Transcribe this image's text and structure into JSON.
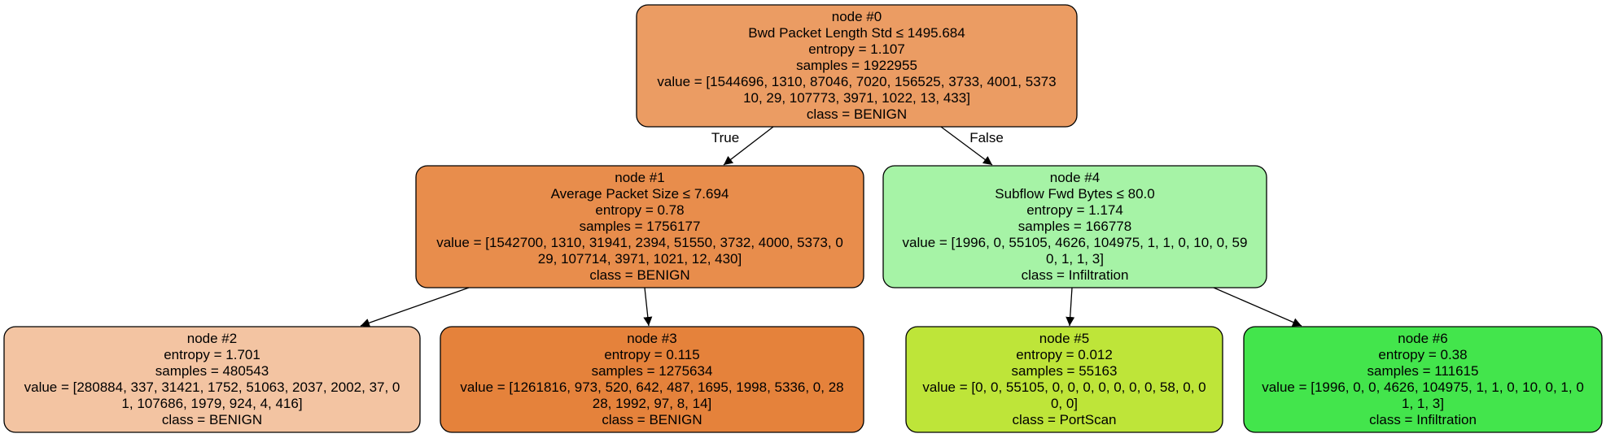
{
  "nodes": [
    {
      "id": 0,
      "color": "#eb9c63",
      "lines": [
        "node #0",
        "Bwd Packet Length Std ≤ 1495.684",
        "entropy = 1.107",
        "samples = 1922955",
        "value = [1544696, 1310, 87046, 7020, 156525, 3733, 4001, 5373",
        "10, 29, 107773, 3971, 1022, 13, 433]",
        "class = BENIGN"
      ]
    },
    {
      "id": 1,
      "color": "#e88d4c",
      "lines": [
        "node #1",
        "Average Packet Size ≤ 7.694",
        "entropy = 0.78",
        "samples = 1756177",
        "value = [1542700, 1310, 31941, 2394, 51550, 3732, 4000, 5373, 0",
        "29, 107714, 3971, 1021, 12, 430]",
        "class = BENIGN"
      ]
    },
    {
      "id": 2,
      "color": "#f3c4a2",
      "lines": [
        "node #2",
        "entropy = 1.701",
        "samples = 480543",
        "value = [280884, 337, 31421, 1752, 51063, 2037, 2002, 37, 0",
        "1, 107686, 1979, 924, 4, 416]",
        "class = BENIGN"
      ]
    },
    {
      "id": 3,
      "color": "#e5823b",
      "lines": [
        "node #3",
        "entropy = 0.115",
        "samples = 1275634",
        "value = [1261816, 973, 520, 642, 487, 1695, 1998, 5336, 0, 28",
        "28, 1992, 97, 8, 14]",
        "class = BENIGN"
      ]
    },
    {
      "id": 4,
      "color": "#a6f3a6",
      "lines": [
        "node #4",
        "Subflow Fwd Bytes ≤ 80.0",
        "entropy = 1.174",
        "samples = 166778",
        "value = [1996, 0, 55105, 4626, 104975, 1, 1, 0, 10, 0, 59",
        "0, 1, 1, 3]",
        "class = Infiltration"
      ]
    },
    {
      "id": 5,
      "color": "#bee539",
      "lines": [
        "node #5",
        "entropy = 0.012",
        "samples = 55163",
        "value = [0, 0, 55105, 0, 0, 0, 0, 0, 0, 0, 58, 0, 0",
        "0, 0]",
        "class = PortScan"
      ]
    },
    {
      "id": 6,
      "color": "#43e54c",
      "lines": [
        "node #6",
        "entropy = 0.38",
        "samples = 111615",
        "value = [1996, 0, 0, 4626, 104975, 1, 1, 0, 10, 0, 1, 0",
        "1, 1, 3]",
        "class = Infiltration"
      ]
    }
  ],
  "edges": [
    {
      "from": 0,
      "to": 1,
      "label": "True"
    },
    {
      "from": 0,
      "to": 4,
      "label": "False"
    },
    {
      "from": 1,
      "to": 2,
      "label": ""
    },
    {
      "from": 1,
      "to": 3,
      "label": ""
    },
    {
      "from": 4,
      "to": 5,
      "label": ""
    },
    {
      "from": 4,
      "to": 6,
      "label": ""
    }
  ]
}
